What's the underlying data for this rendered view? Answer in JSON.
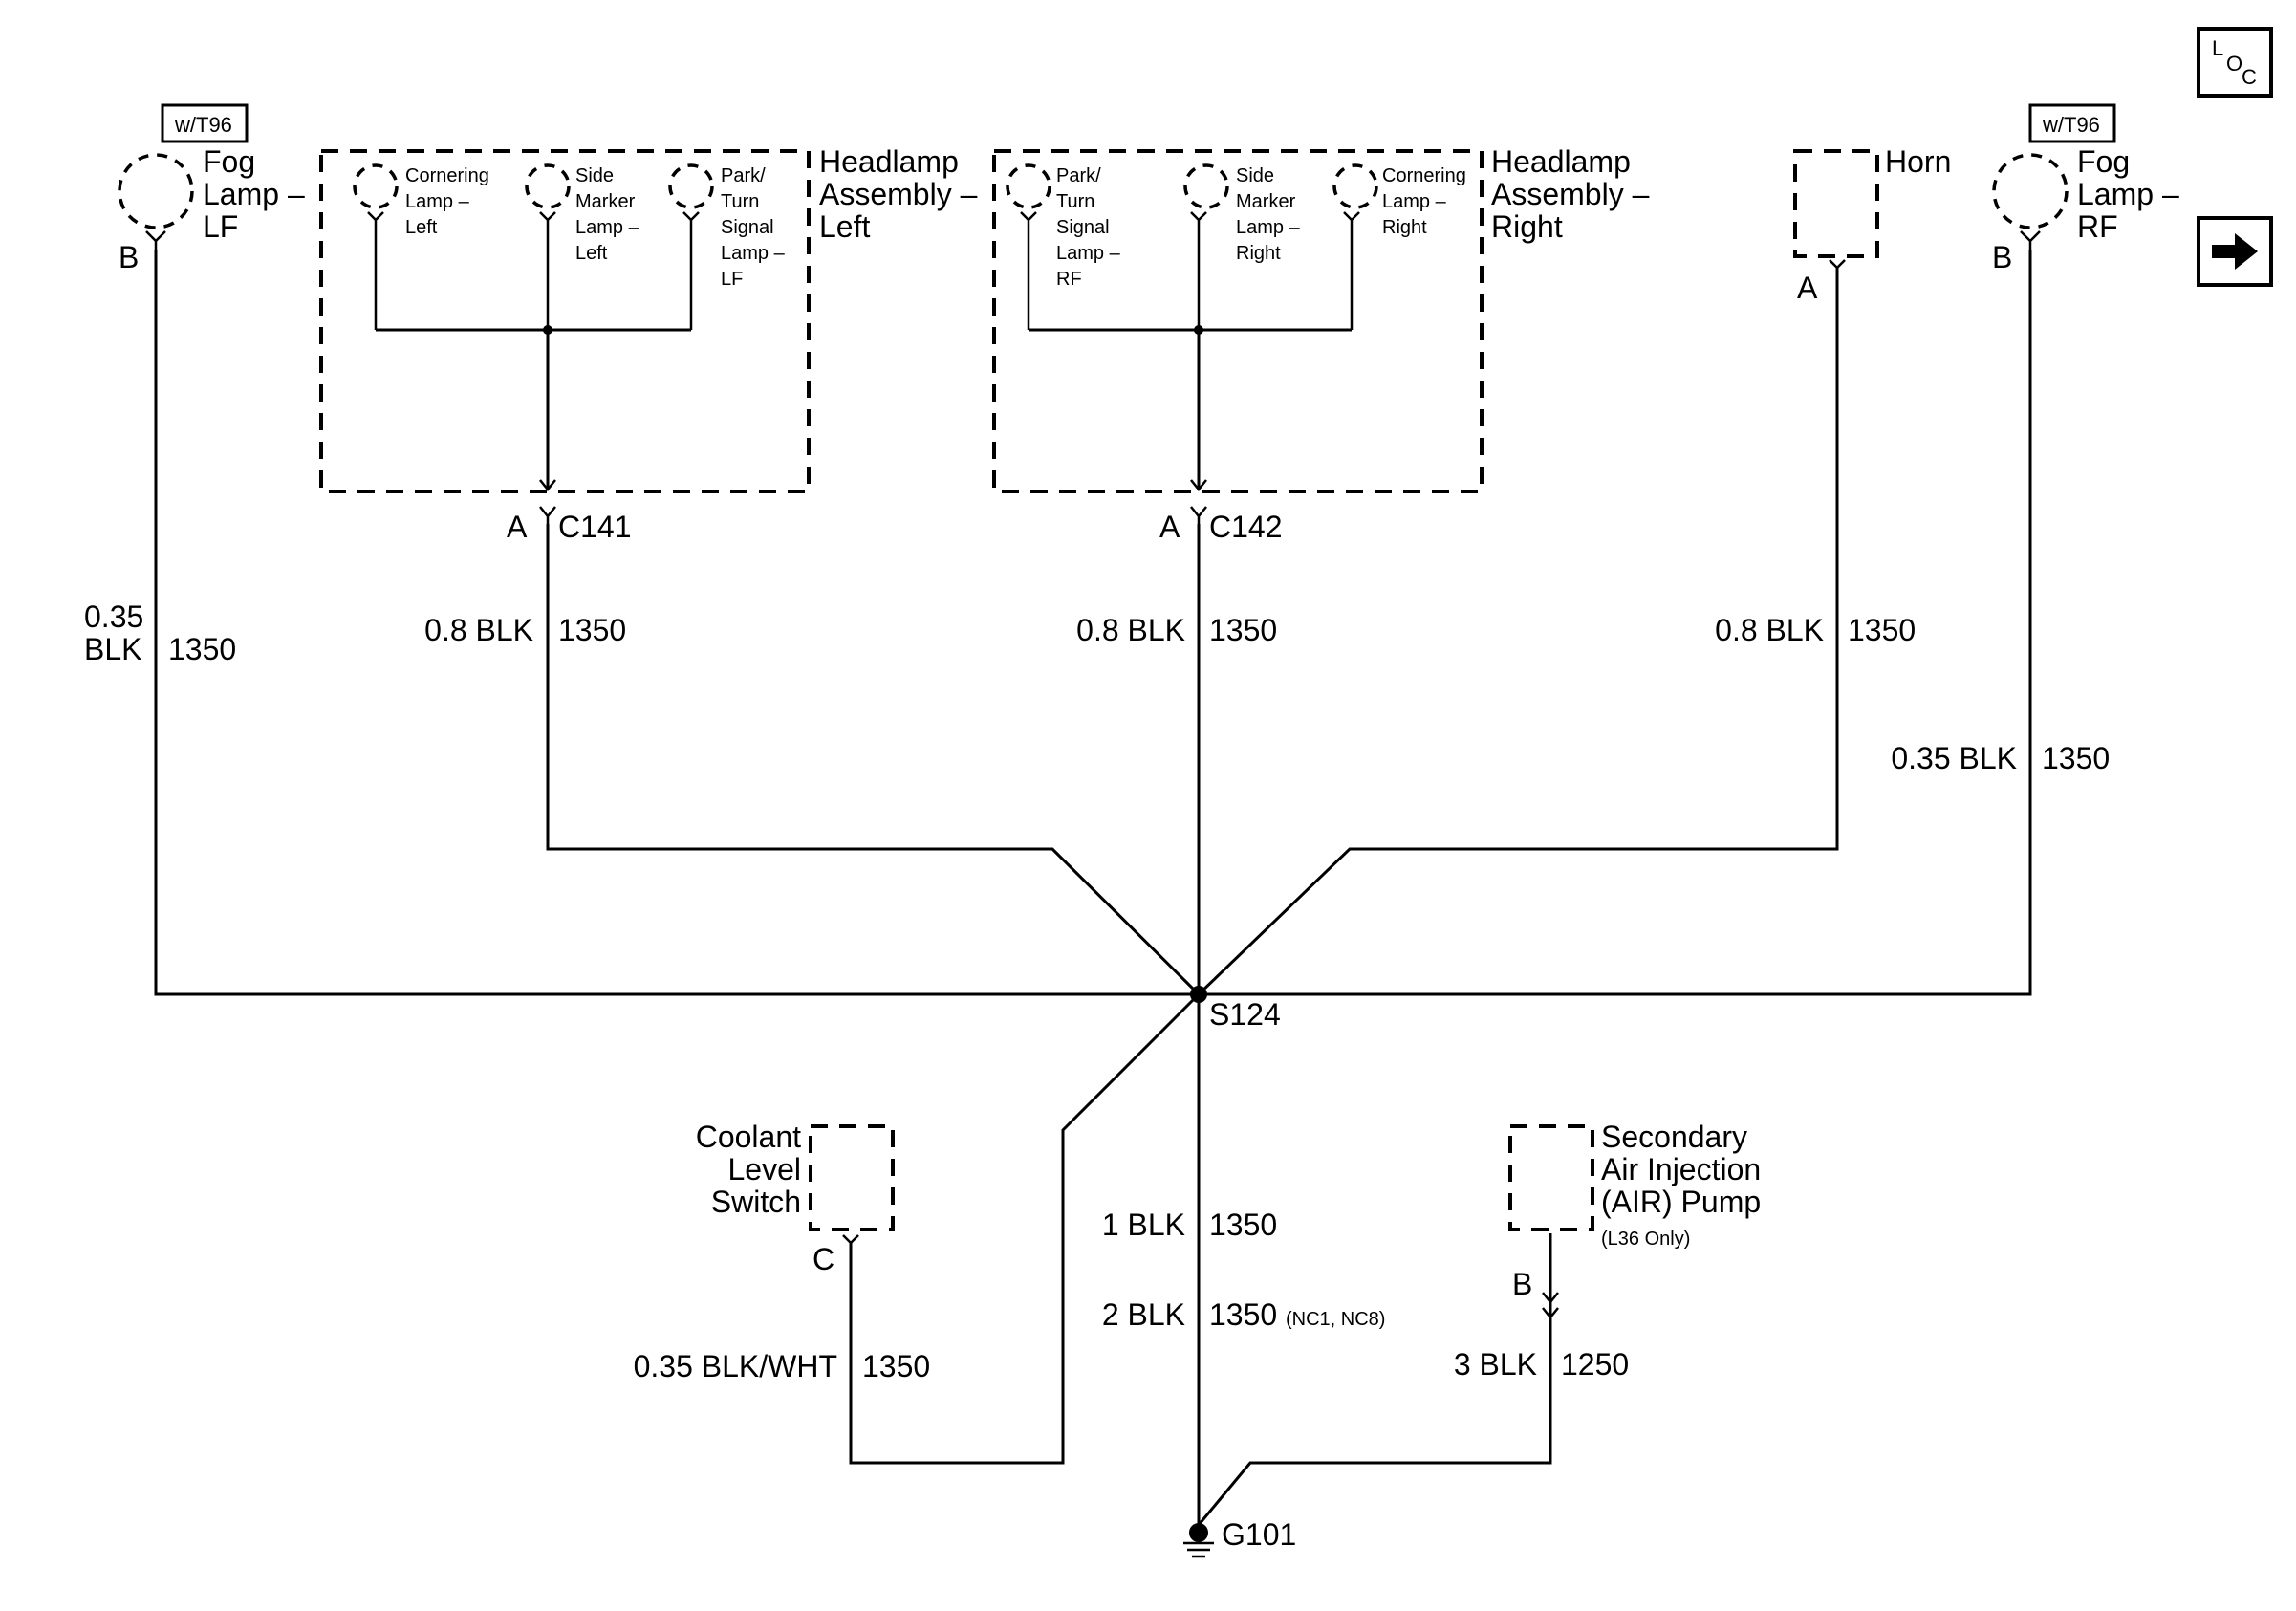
{
  "options": {
    "option_t96": "w/T96"
  },
  "icons": {
    "loc": "loc-icon",
    "next": "arrow-right-icon"
  },
  "loc_icon": {
    "l": "L",
    "o": "O",
    "c": "C"
  },
  "components": {
    "fog_lf": {
      "line1": "Fog",
      "line2": "Lamp –",
      "line3": "LF",
      "pin": "B"
    },
    "fog_rf": {
      "line1": "Fog",
      "line2": "Lamp –",
      "line3": "RF",
      "pin": "B"
    },
    "headlamp_left": {
      "line1": "Headlamp",
      "line2": "Assembly –",
      "line3": "Left",
      "cornering": [
        "Cornering",
        "Lamp –",
        "Left"
      ],
      "side_marker": [
        "Side",
        "Marker",
        "Lamp –",
        "Left"
      ],
      "park_turn": [
        "Park/",
        "Turn",
        "Signal",
        "Lamp –",
        "LF"
      ]
    },
    "headlamp_right": {
      "line1": "Headlamp",
      "line2": "Assembly –",
      "line3": "Right",
      "park_turn": [
        "Park/",
        "Turn",
        "Signal",
        "Lamp –",
        "RF"
      ],
      "side_marker": [
        "Side",
        "Marker",
        "Lamp –",
        "Right"
      ],
      "cornering": [
        "Cornering",
        "Lamp –",
        "Right"
      ]
    },
    "horn": {
      "label": "Horn",
      "pin": "A"
    },
    "coolant": {
      "line1": "Coolant",
      "line2": "Level",
      "line3": "Switch",
      "pin": "C"
    },
    "air_pump": {
      "line1": "Secondary",
      "line2": "Air Injection",
      "line3": "(AIR) Pump",
      "note": "(L36 Only)",
      "pin": "B"
    }
  },
  "connectors": {
    "c141": {
      "pin": "A",
      "name": "C141"
    },
    "c142": {
      "pin": "A",
      "name": "C142"
    }
  },
  "splice": {
    "name": "S124"
  },
  "ground": {
    "name": "G101"
  },
  "wires": {
    "fog_lf": {
      "size": "0.35",
      "color": "BLK",
      "circuit": "1350"
    },
    "c141": {
      "label": "0.8 BLK",
      "circuit": "1350"
    },
    "c142": {
      "label": "0.8 BLK",
      "circuit": "1350"
    },
    "horn": {
      "label": "0.8 BLK",
      "circuit": "1350"
    },
    "fog_rf": {
      "label": "0.35 BLK",
      "circuit": "1350"
    },
    "ground_main": {
      "label": "1 BLK",
      "circuit": "1350"
    },
    "ground_alt": {
      "label": "2 BLK",
      "circuit": "1350",
      "note": "(NC1, NC8)"
    },
    "coolant": {
      "label": "0.35 BLK/WHT",
      "circuit": "1350"
    },
    "air_pump": {
      "label": "3 BLK",
      "circuit": "1250"
    }
  }
}
